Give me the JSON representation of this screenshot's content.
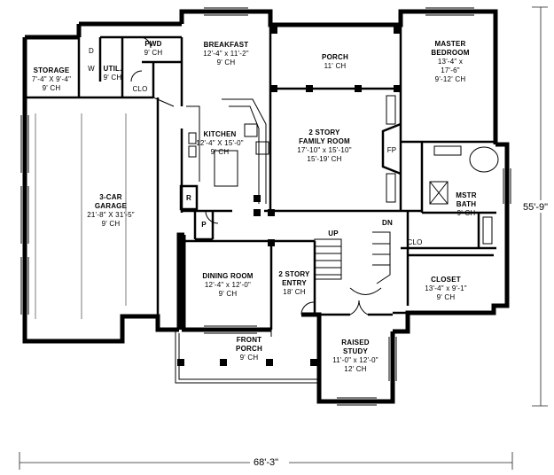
{
  "rooms": {
    "storage": [
      "STORAGE",
      "7'-4\" X 9'-4\"",
      "9' CH"
    ],
    "util": [
      "UTIL.",
      "9' CH"
    ],
    "w": "W",
    "d": "D",
    "pwd": [
      "PWD",
      "9' CH"
    ],
    "clo_left": "CLO",
    "breakfast": [
      "BREAKFAST",
      "12'-4\" x 11'-2\"",
      "9' CH"
    ],
    "porch": [
      "PORCH",
      "11' CH"
    ],
    "master": [
      "MASTER",
      "BEDROOM",
      "13'-4\" x",
      "17'-6\"",
      "9'-12' CH"
    ],
    "kitchen": [
      "KITCHEN",
      "12'-4\" X 15'-0\"",
      "9' CH"
    ],
    "family": [
      "2 STORY",
      "FAMILY ROOM",
      "17'-10\" x 15'-10\"",
      "15'-19' CH"
    ],
    "fp": "FP",
    "mstr_bath": [
      "MSTR",
      "BATH",
      "9' CH"
    ],
    "garage": [
      "3-CAR",
      "GARAGE",
      "21'-8\" X 31'-5\"",
      "9' CH"
    ],
    "r": "R",
    "p": "P",
    "up": "UP",
    "dn": "DN",
    "clo_right": "CLO",
    "dining": [
      "DINING ROOM",
      "12'-4\" x 12'-0\"",
      "9' CH"
    ],
    "entry": [
      "2 STORY",
      "ENTRY",
      "18' CH"
    ],
    "closet": [
      "CLOSET",
      "13'-4\" x 9'-1\"",
      "9' CH"
    ],
    "front_porch": [
      "FRONT",
      "PORCH",
      "9' CH"
    ],
    "study": [
      "RAISED",
      "STUDY",
      "11'-0\" x 12'-0\"",
      "12' CH"
    ]
  },
  "dimensions": {
    "width": "68'-3\"",
    "depth": "55'-9\""
  }
}
